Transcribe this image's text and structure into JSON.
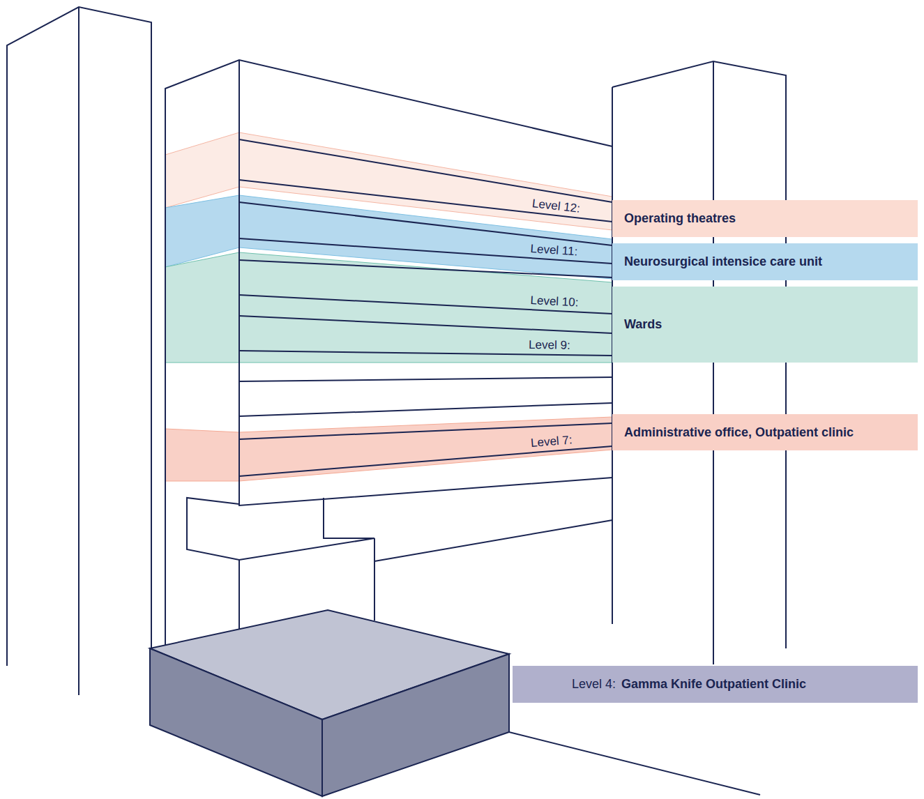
{
  "diagram": {
    "nodes": [
      {
        "text": [
          "Operating theatres"
        ]
      },
      {
        "text": [
          "Neurosurgical intensice care unit"
        ]
      },
      {
        "text": [
          "Wards"
        ]
      },
      {
        "text": [
          "Administrative office, Outpatient clinic"
        ]
      },
      {
        "text": [
          "Level 4:",
          "Gamma Knife Outpatient Clinic"
        ]
      }
    ],
    "labels": [
      "Level 12:",
      "Level 11:",
      "Level 10:",
      "Level 9:",
      "Level 7:"
    ]
  }
}
